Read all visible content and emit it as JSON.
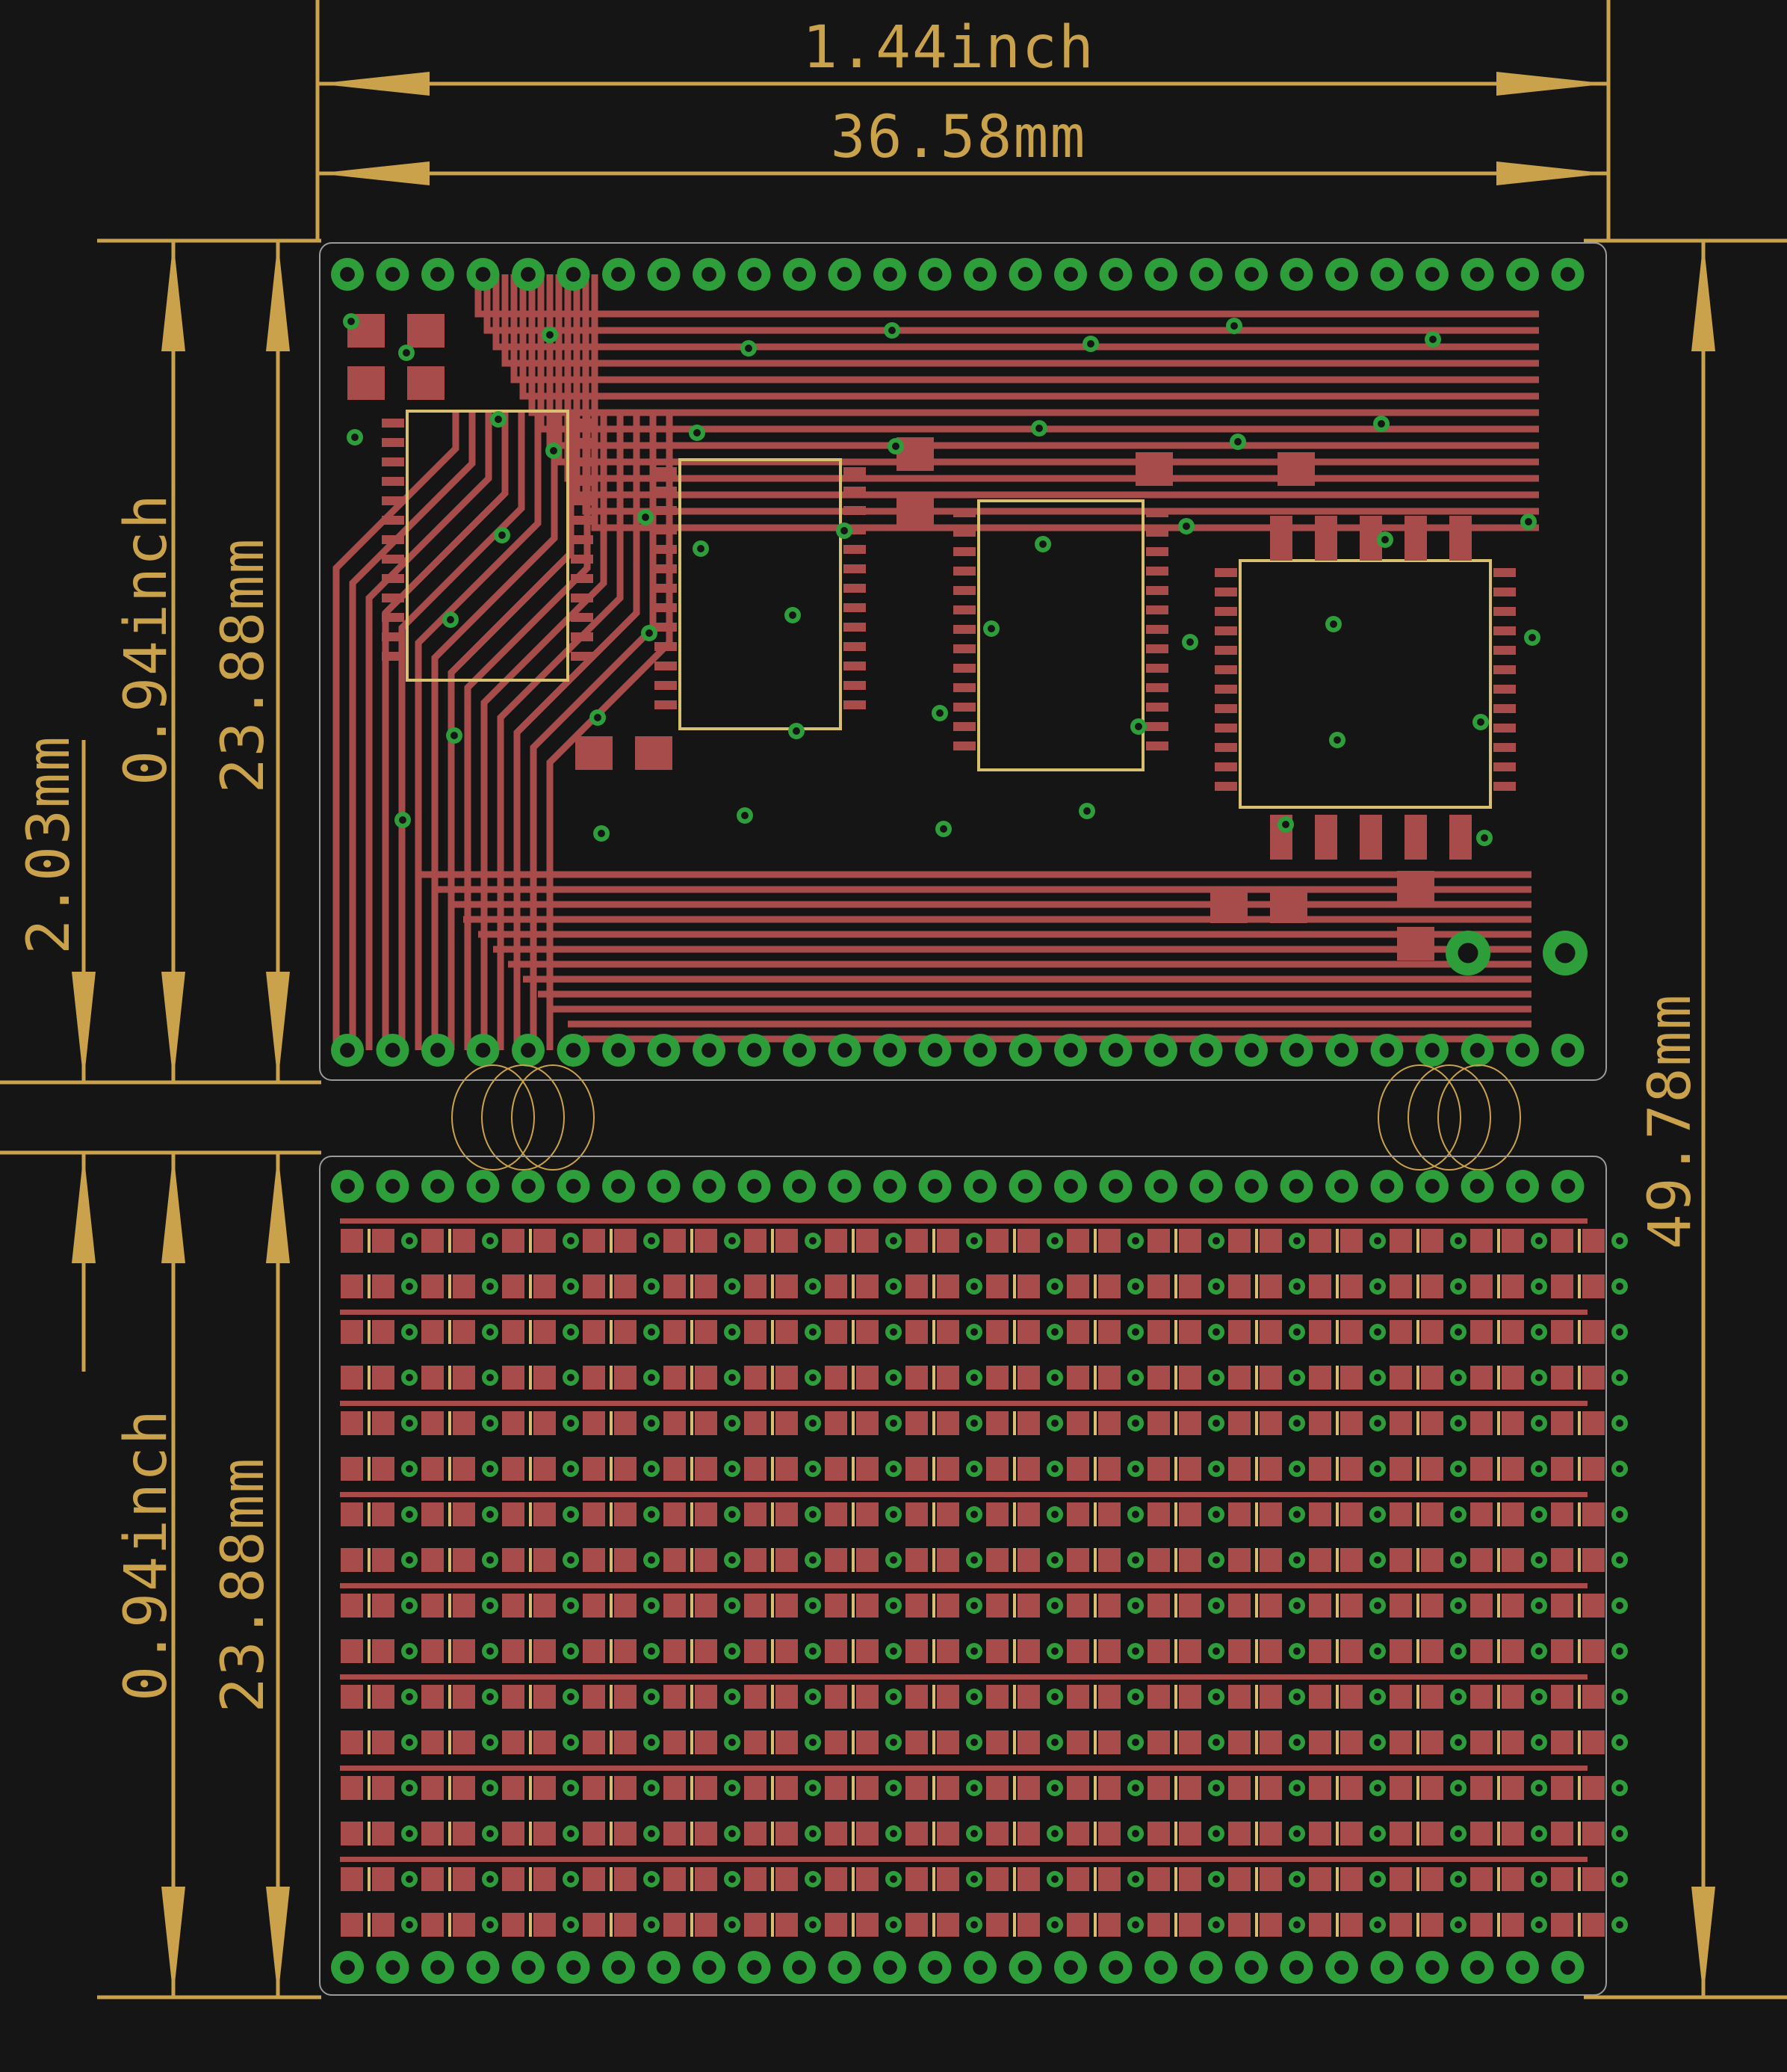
{
  "dimensions": {
    "top_width_inch": "1.44inch",
    "top_width_mm": "36.58mm",
    "left_upper_inch": "0.94inch",
    "left_upper_mm": "23.88mm",
    "left_gap_mm": "2.03mm",
    "left_lower_inch": "0.94inch",
    "left_lower_mm": "23.88mm",
    "right_total_mm": "49.78mm"
  },
  "colors": {
    "background": "#151515",
    "dimension": "#c9a24b",
    "copper": "#a84b4b",
    "pad": "#2e9e3a",
    "silkscreen": "#d8c070",
    "outline": "#9a9a9a"
  },
  "icons": [
    "pcb-board-upper",
    "pcb-board-lower",
    "dimension-arrow"
  ]
}
